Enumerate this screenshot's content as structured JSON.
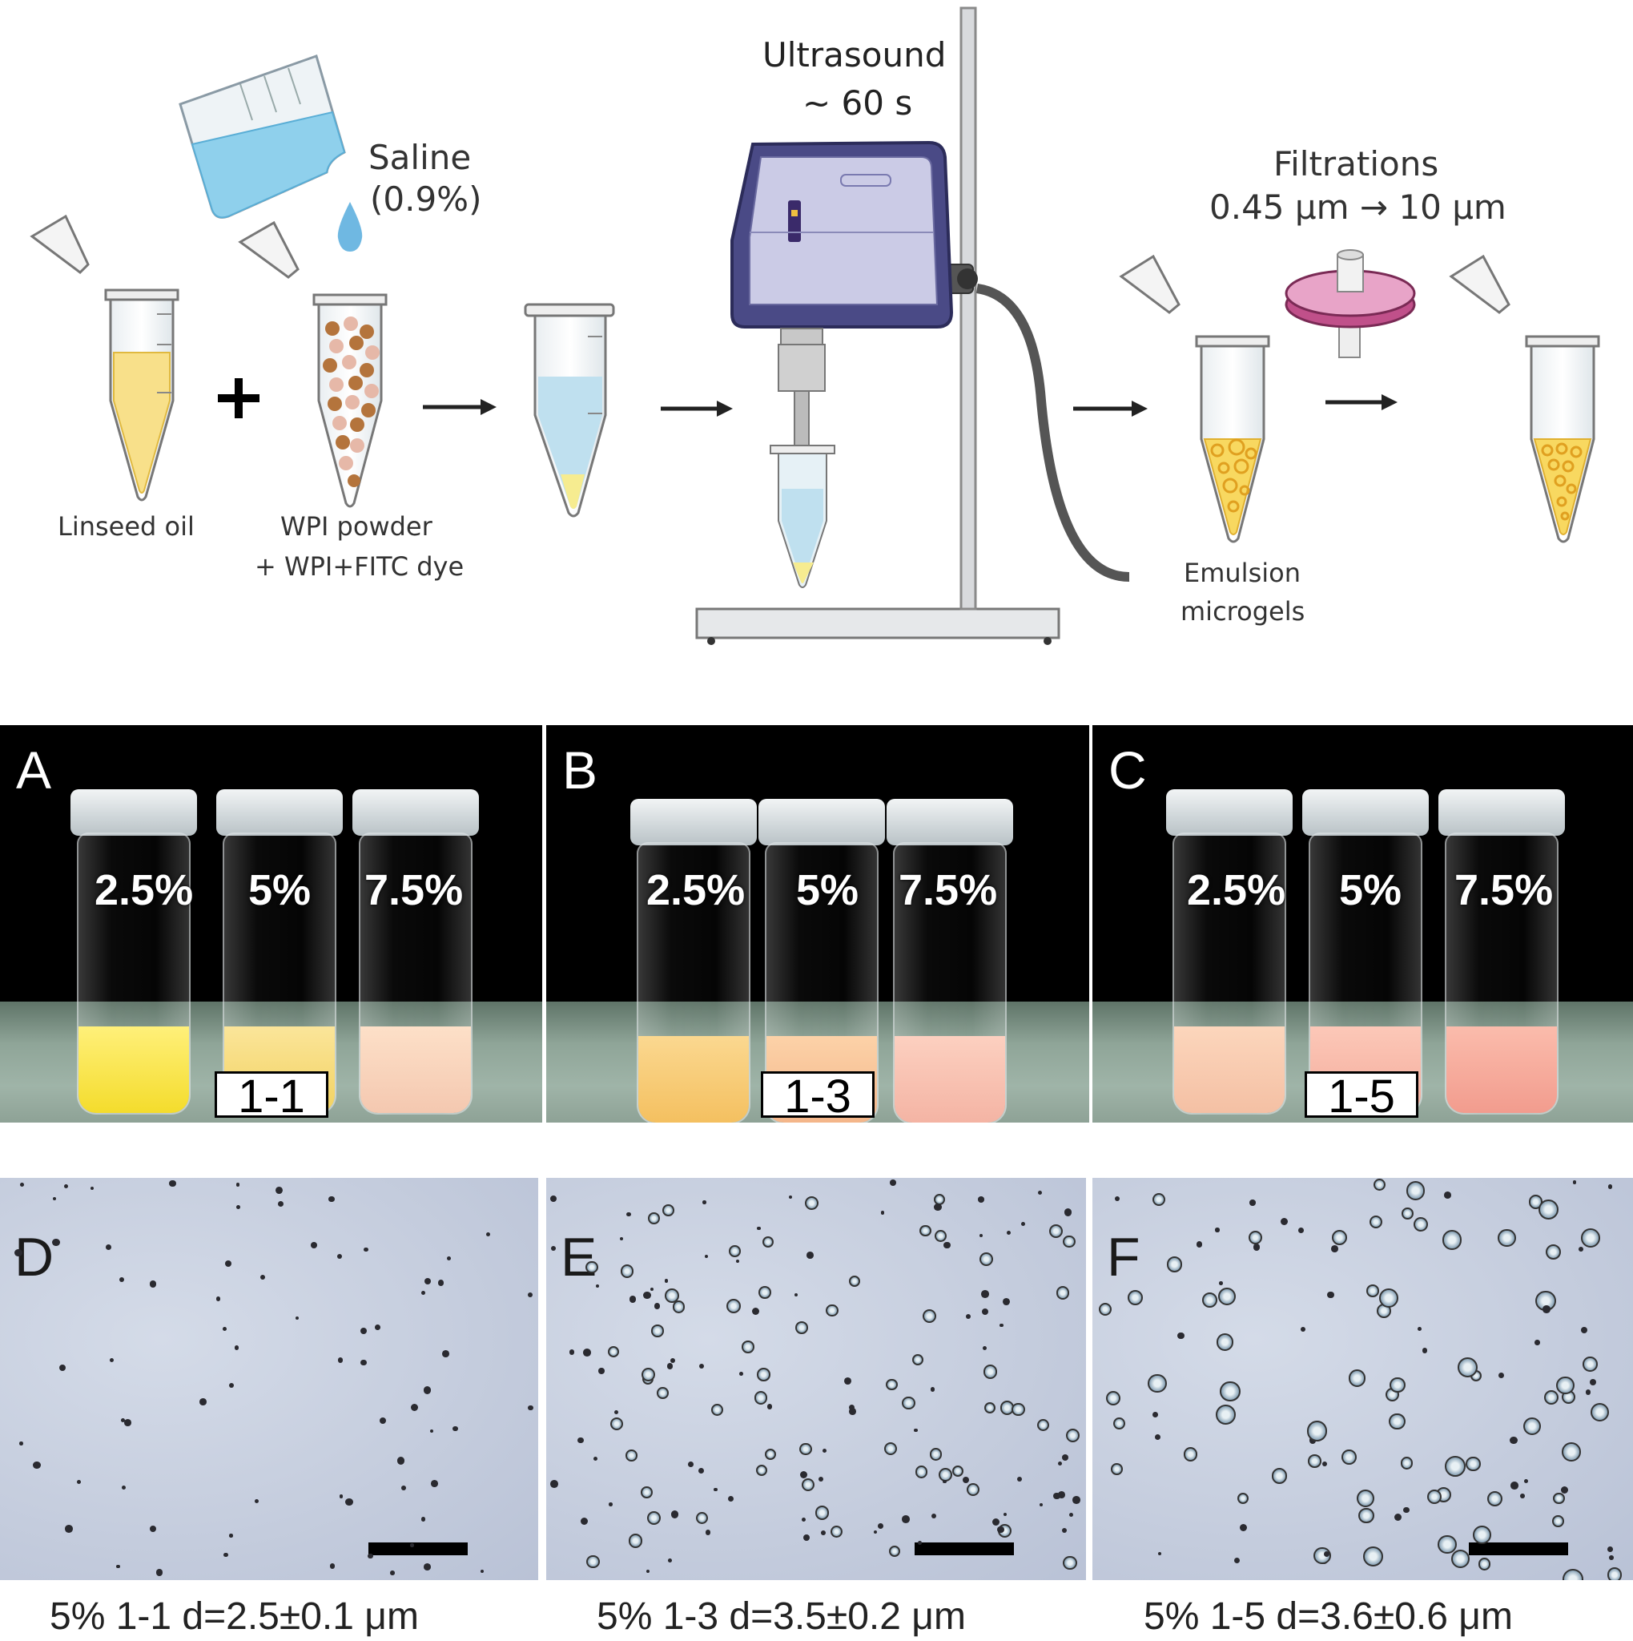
{
  "top": {
    "saline_label": "Saline",
    "saline_conc": "(0.9%)",
    "oil_label": "Linseed oil",
    "wpi_label_1": "WPI powder",
    "wpi_label_2": "+ WPI+FITC dye",
    "ultrasound_label": "Ultrasound",
    "ultrasound_time": "~ 60 s",
    "filtration_label": "Filtrations",
    "filtration_range": "0.45 μm → 10 μm",
    "emulsion_label_1": "Emulsion",
    "emulsion_label_2": "microgels",
    "plus_sign": "+"
  },
  "photo_panels": [
    {
      "letter": "A",
      "ratio": "1-1",
      "concs": [
        "2.5%",
        "5%",
        "7.5%"
      ]
    },
    {
      "letter": "B",
      "ratio": "1-3",
      "concs": [
        "2.5%",
        "5%",
        "7.5%"
      ]
    },
    {
      "letter": "C",
      "ratio": "1-5",
      "concs": [
        "2.5%",
        "5%",
        "7.5%"
      ]
    }
  ],
  "micro_panels": [
    {
      "letter": "D",
      "caption": "5% 1-1   d=2.5±0.1 μm"
    },
    {
      "letter": "E",
      "caption": "5% 1-3   d=3.5±0.2 μm"
    },
    {
      "letter": "F",
      "caption": "5% 1-5   d=3.6±0.6 μm"
    }
  ],
  "colors": {
    "oil": "#f8e08a",
    "saline": "#bfe0ef",
    "wpi_particle": "#b4743c",
    "device_body": "#4a4a86",
    "filter": "#c0508a"
  }
}
